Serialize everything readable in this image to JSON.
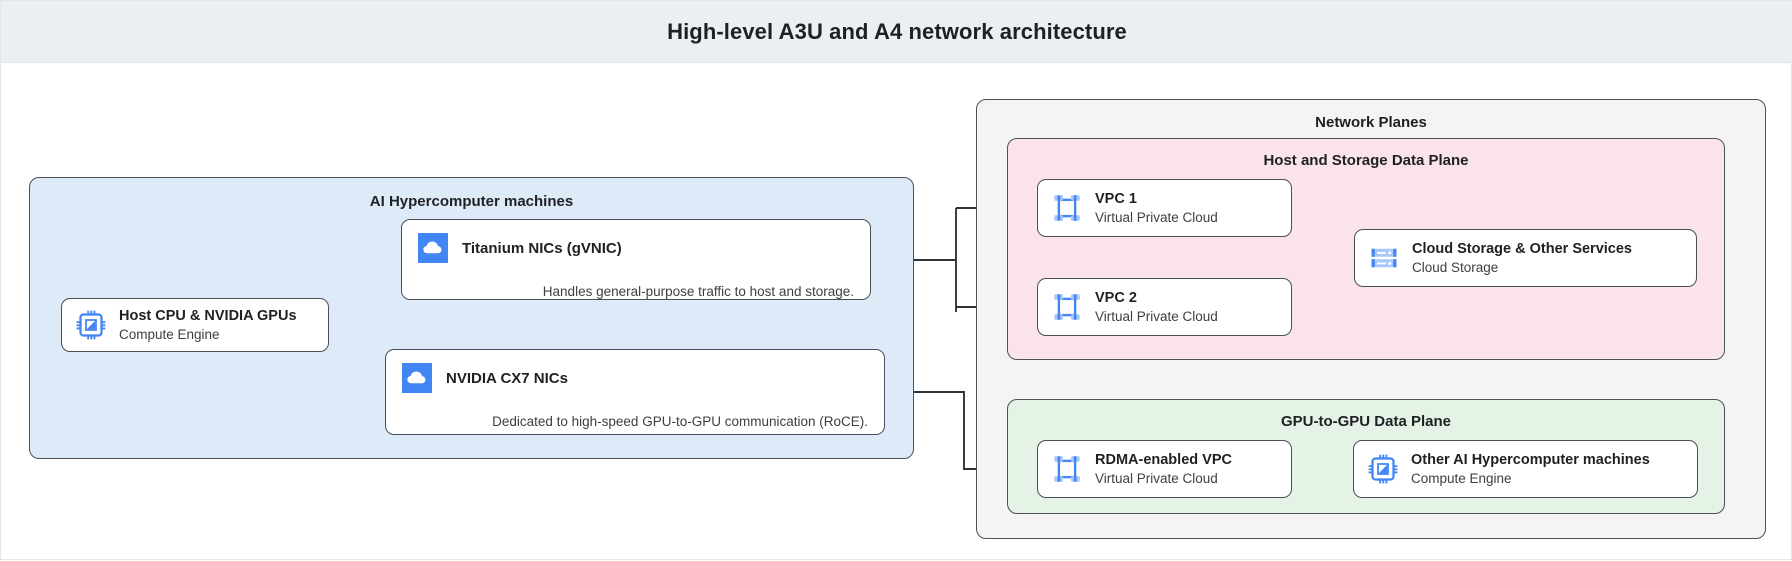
{
  "header": {
    "title": "High-level A3U and A4 network architecture"
  },
  "panels": {
    "hypercomputer": {
      "title": "AI Hypercomputer machines",
      "color": "#ddebf9"
    },
    "network_planes": {
      "title": "Network Planes",
      "color": "#f4f4f4"
    },
    "host_storage_plane": {
      "title": "Host and Storage Data Plane",
      "color": "#fbe4e9"
    },
    "gpu_gpu_plane": {
      "title": "GPU-to-GPU Data Plane",
      "color": "#e5f3e7"
    }
  },
  "nodes": {
    "host_cpu": {
      "title": "Host CPU & NVIDIA GPUs",
      "subtitle": "Compute Engine",
      "icon": "chip-icon"
    },
    "titanium_nics": {
      "title": "Titanium NICs (gVNIC)",
      "description": "Handles general-purpose traffic to host and storage.",
      "icon": "cloud-icon"
    },
    "cx7_nics": {
      "title": "NVIDIA CX7 NICs",
      "description": "Dedicated to high-speed GPU-to-GPU communication (RoCE).",
      "icon": "cloud-icon"
    },
    "vpc1": {
      "title": "VPC 1",
      "subtitle": "Virtual Private Cloud",
      "icon": "vpc-icon"
    },
    "vpc2": {
      "title": "VPC 2",
      "subtitle": "Virtual Private Cloud",
      "icon": "vpc-icon"
    },
    "cloud_storage": {
      "title": "Cloud Storage & Other Services",
      "subtitle": "Cloud Storage",
      "icon": "storage-icon"
    },
    "rdma_vpc": {
      "title": "RDMA-enabled VPC",
      "subtitle": "Virtual Private Cloud",
      "icon": "vpc-icon"
    },
    "other_machines": {
      "title": "Other AI Hypercomputer machines",
      "subtitle": "Compute Engine",
      "icon": "chip-icon"
    }
  },
  "colors": {
    "icon_blue": "#4285f4",
    "icon_blue_light": "#a8c7fa",
    "stroke": "#4a4f55",
    "header_bg": "#eceff1"
  },
  "edges": [
    {
      "from": "host_cpu",
      "to": "titanium_nics"
    },
    {
      "from": "host_cpu",
      "to": "cx7_nics"
    },
    {
      "from": "titanium_nics",
      "to": "vpc1"
    },
    {
      "from": "titanium_nics",
      "to": "vpc2"
    },
    {
      "from": "vpc1",
      "to": "cloud_storage"
    },
    {
      "from": "vpc2",
      "to": "cloud_storage"
    },
    {
      "from": "cx7_nics",
      "to": "rdma_vpc"
    },
    {
      "from": "rdma_vpc",
      "to": "other_machines"
    }
  ]
}
